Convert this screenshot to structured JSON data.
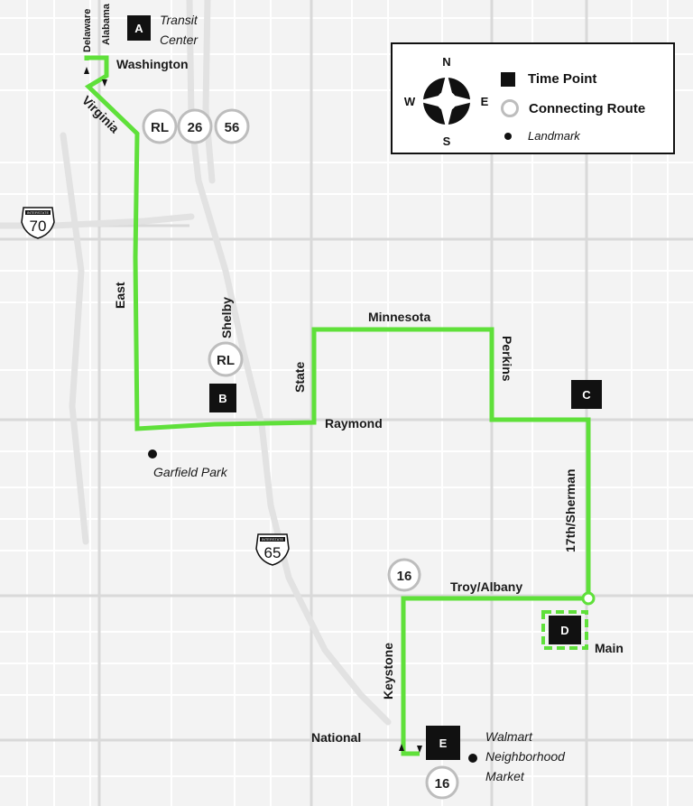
{
  "map": {
    "interstates": [
      {
        "number": "70",
        "label": "INTERSTATE"
      },
      {
        "number": "65",
        "label": "INTERSTATE"
      }
    ],
    "streets": {
      "delaware": "Delaware",
      "alabama": "Alabama",
      "washington": "Washington",
      "virginia": "Virginia",
      "east": "East",
      "shelby": "Shelby",
      "minnesota": "Minnesota",
      "state": "State",
      "perkins": "Perkins",
      "raymond": "Raymond",
      "sherman": "17th/Sherman",
      "troy_albany": "Troy/Albany",
      "main": "Main",
      "keystone": "Keystone",
      "national": "National"
    },
    "time_points": [
      "A",
      "B",
      "C",
      "D",
      "E"
    ],
    "connecting_routes": {
      "rl_top": "RL",
      "r26": "26",
      "r56": "56",
      "rl_shelby": "RL",
      "r16_troy": "16",
      "r16_walmart": "16"
    },
    "landmarks": {
      "transit_center_1": "Transit",
      "transit_center_2": "Center",
      "garfield_park": "Garfield Park",
      "walmart_1": "Walmart",
      "walmart_2": "Neighborhood",
      "walmart_3": "Market"
    },
    "route_color": "#5fe03a"
  },
  "legend": {
    "compass": {
      "n": "N",
      "s": "S",
      "e": "E",
      "w": "W"
    },
    "time_point": "Time Point",
    "connecting_route": "Connecting Route",
    "landmark": "Landmark"
  }
}
